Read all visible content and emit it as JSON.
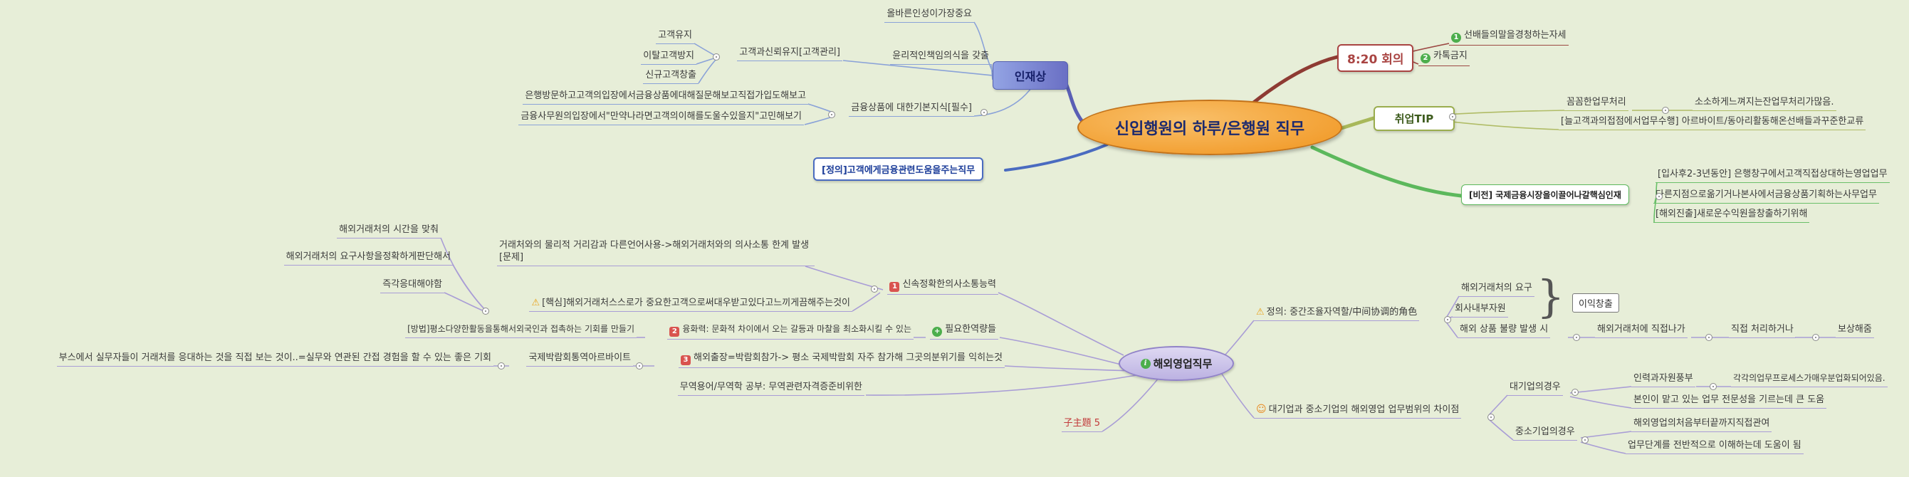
{
  "central": {
    "label": "신입행원의 하루/은행원 직무"
  },
  "injaesang": {
    "label": "인재상",
    "onbarun": "올바른인성이가장중요",
    "sinroe": "고객과신뢰유지[고객관리]",
    "yuji": "고객유지",
    "ital": "이탈고객방지",
    "singyu": "신규고객창출",
    "yunri": "윤리적인책임의식을 갖출",
    "jisik": "금융상품에 대한기본지식[필수]",
    "bangmun": "은행방문하고고객의입장에서금융상품에대해질문해보고직접가입도해보고",
    "samuwon": "금융사무원의입장에서\"만약나라면고객의이해를도울수있을지\"고민해보기"
  },
  "meeting": {
    "label": "8:20 회의",
    "num1": "1",
    "listen": "선배들의말을경청하는자세",
    "num2": "2",
    "katok": "카톡금지"
  },
  "tip": {
    "label": "취업TIP",
    "kkom": "꼼꼼한업무처리",
    "soso": "소소하게느껴지는잔업무처리가많음.",
    "contact": "[늘고객과의접점에서업무수행] 아르바이트/동아리활동해온선배들과꾸준한교류"
  },
  "vision": {
    "label": "[비전] 국제금융시장을이끌어나갈핵심인재",
    "sales": "[입사후2-3년동안] 은행창구에서고객직접상대하는영업업무",
    "office": "다른지점으로옮기거나본사에서금융상품기획하는사무업무",
    "abroad": "[해외진출]새로운수익원을창출하기위해"
  },
  "definition": {
    "label": "[정의]고객에게금융관련도움을주는직무"
  },
  "overseas": {
    "label": "해외영업직무",
    "comm": {
      "num": "1",
      "label": "신속정확한의사소통능력"
    },
    "distance": "거래처와의 물리적 거리감과 다른언어사용->해외거래처와의 의사소통 한계 발생[문제]",
    "core": "[핵심]해외거래처스스로가 중요한고객으로써대우받고있다고느끼게끔해주는것이",
    "time": "해외거래처의 시간을 맞춰",
    "req": "해외거래처의 요구사항을정확하게판단해서",
    "immediate": "즉각응대해야함",
    "needed": "필요한역량들",
    "harmony": {
      "num": "2",
      "label": "융화력: 문화적 차이에서 오는 갈등과 마찰을 최소화시킬 수 있는"
    },
    "method": "[방법]평소다양한활동을통해서외국인과 접촉하는 기회를 만들기",
    "fair": "국제박람회통역아르바이트",
    "trip": {
      "num": "3",
      "label": "해외출장=박람회참가-> 평소 국제박람회 자주 참가해 그곳의분위기를 익히는것"
    },
    "booth": "부스에서 실무자들이 거래처를 응대하는 것을 직접 보는 것이..=실무와 연관된 간접 경험을 할 수 있는 좋은 기회",
    "trade": "무역용어/무역학 공부: 무역관련자격증준비위한",
    "sub5": "子主題 5",
    "role": "정의: 중간조율자역할/中间协调的角色",
    "demand": "해외거래처의 요구",
    "resource": "회사내부자원",
    "profit": "이익창출",
    "defect": "해외 상품 불량 발생 시",
    "visit": "해외거래처에 직접나가",
    "handle": "직접 처리하거나",
    "compensate": "보상해줌",
    "diff": "대기업과 중소기업의 해외영업 업무범위의 차이점",
    "big": "대기업의경우",
    "manpower": "인력과자원풍부",
    "division": "각각의업무프로세스가매우분업화되어있음.",
    "expertise": "본인이 맡고 있는 업무 전문성을 기르는데 큰 도움",
    "small": "중소기업의경우",
    "involve": "해외영업의처음부터끝까지직접관여",
    "understand": "업무단계를 전반적으로 이해하는데 도움이 됨"
  },
  "icons": {
    "warning": "⚠",
    "plus": "+",
    "info": "i",
    "smiley": "☺",
    "brace": "}"
  }
}
